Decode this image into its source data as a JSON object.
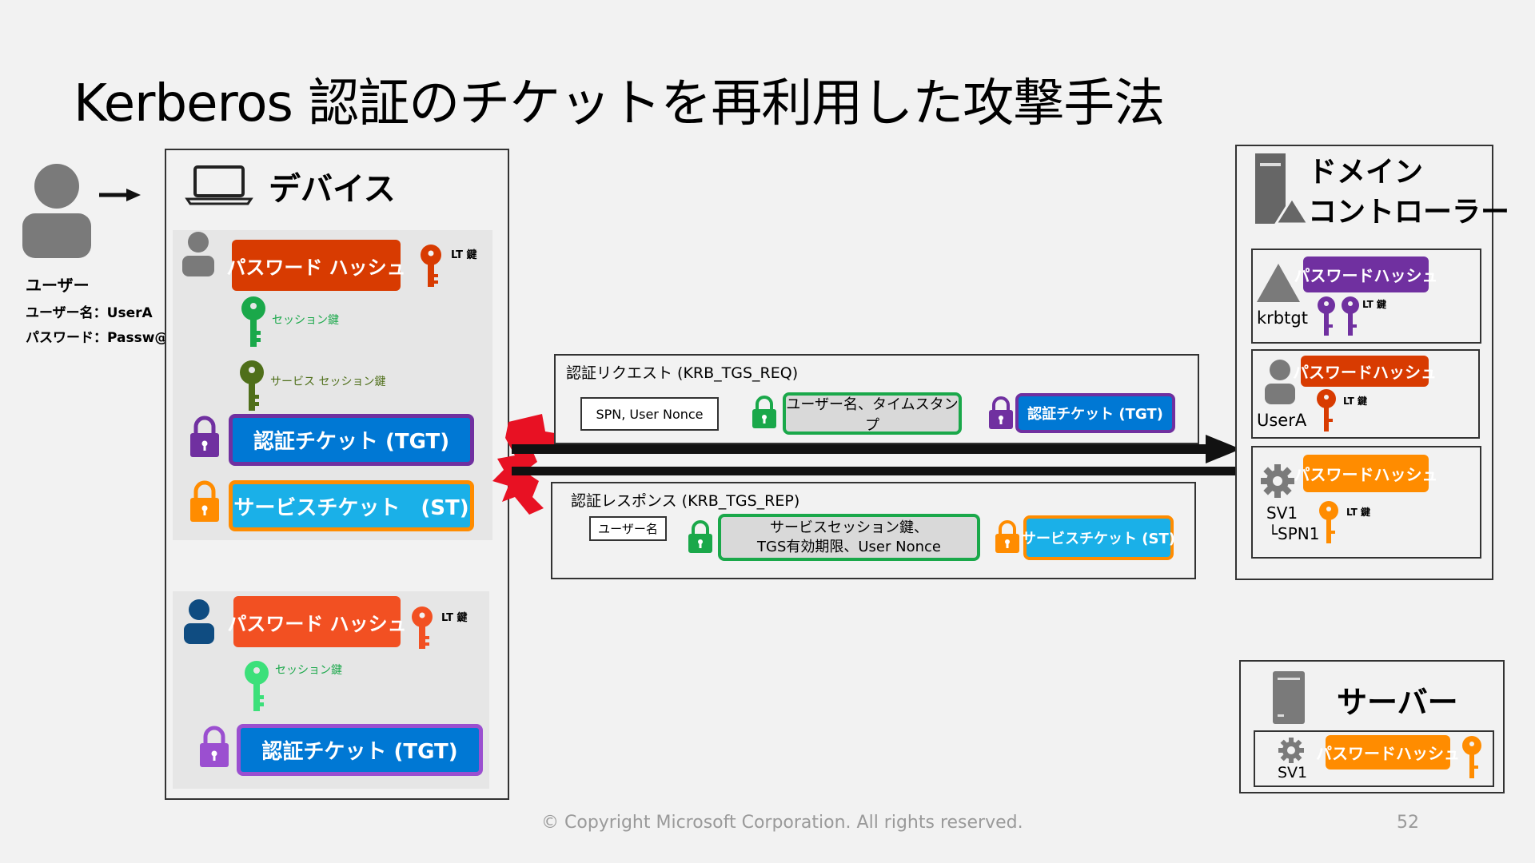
{
  "title": "Kerberos 認証のチケットを再利用した攻撃手法",
  "user": {
    "heading": "ユーザー",
    "username_line": "ユーザー名：UserA",
    "password_line": "パスワード：Passw@rd"
  },
  "device": {
    "title": "デバイス",
    "upper": {
      "password_hash": "パスワード ハッシュ",
      "lt_key": "LT 鍵",
      "session_key": "セッション鍵",
      "service_session_key": "サービス セッション鍵",
      "tgt": "認証チケット (TGT)",
      "st": "サービスチケット　(ST)"
    },
    "lower": {
      "password_hash": "パスワード ハッシュ",
      "lt_key": "LT 鍵",
      "session_key": "セッション鍵",
      "tgt": "認証チケット (TGT)"
    }
  },
  "request": {
    "title": "認証リクエスト (KRB_TGS_REQ)",
    "spn_nonce": "SPN, User Nonce",
    "user_timestamp": "ユーザー名、タイムスタンプ",
    "tgt": "認証チケット (TGT)"
  },
  "response": {
    "title": "認証レスポンス (KRB_TGS_REP)",
    "username": "ユーザー名",
    "session_info_line1": "サービスセッション鍵、",
    "session_info_line2": "TGS有効期限、User Nonce",
    "st": "サービスチケット (ST)"
  },
  "dc": {
    "title_line1": "ドメイン",
    "title_line2": "コントローラー",
    "krbtgt": {
      "label": "krbtgt",
      "password_hash": "パスワードハッシュ",
      "lt_key": "LT 鍵"
    },
    "usera": {
      "label": "UserA",
      "password_hash": "パスワードハッシュ",
      "lt_key": "LT 鍵"
    },
    "sv1": {
      "label1": "SV1",
      "label2": "└SPN1",
      "password_hash": "パスワードハッシュ",
      "lt_key": "LT 鍵"
    }
  },
  "server": {
    "title": "サーバー",
    "label": "SV1",
    "password_hash": "パスワードハッシュ"
  },
  "footer": {
    "copyright": "© Copyright Microsoft Corporation. All rights reserved.",
    "page": "52"
  },
  "colors": {
    "red_orange": "#d83b01",
    "orange": "#ff8c00",
    "purple": "#7030a0",
    "purple_light": "#9b4fd0",
    "blue": "#0078d4",
    "cyan": "#1ab0e8",
    "green": "#1aa84a",
    "dark_green": "#4f6f1a",
    "mint": "#3ce07a",
    "gray_icon": "#7a7a7a",
    "attacker_red": "#e81123"
  }
}
